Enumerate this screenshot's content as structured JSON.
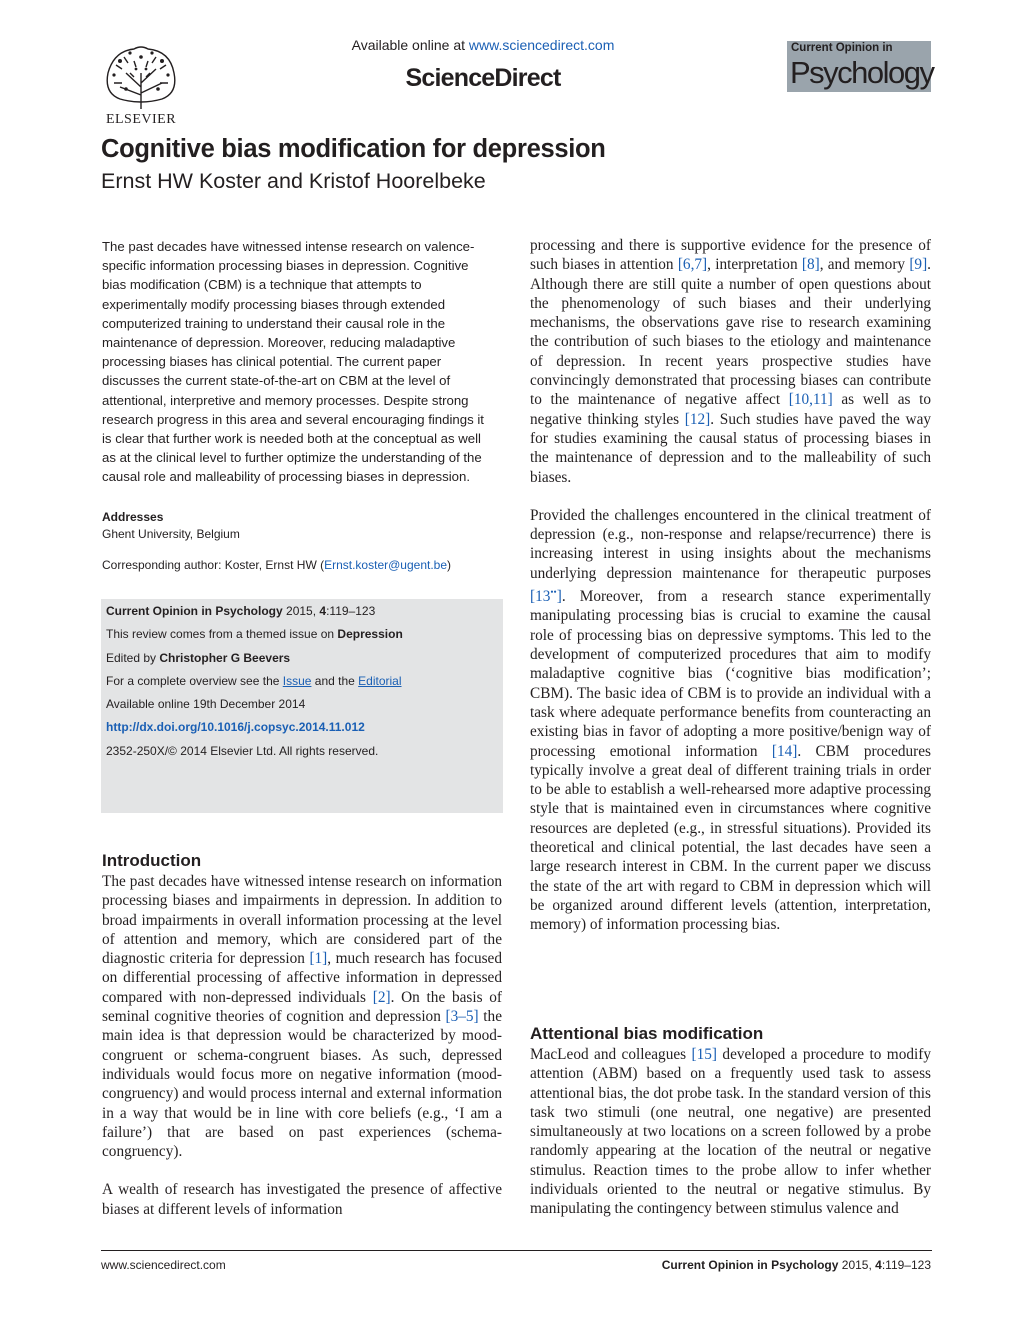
{
  "header": {
    "available_prefix": "Available online at ",
    "available_url": "www.sciencedirect.com",
    "brand": "ScienceDirect",
    "publisher": "ELSEVIER",
    "journal_logo_top": "Current Opinion in",
    "journal_logo_main": "Psychology"
  },
  "article": {
    "title": "Cognitive bias modification for depression",
    "authors": "Ernst HW Koster and Kristof Hoorelbeke"
  },
  "abstract": "The past decades have witnessed intense research on valence-specific information processing biases in depression. Cognitive bias modification (CBM) is a technique that attempts to experimentally modify processing biases through extended computerized training to understand their causal role in the maintenance of depression. Moreover, reducing maladaptive processing biases has clinical potential. The current paper discusses the current state-of-the-art on CBM at the level of attentional, interpretive and memory processes. Despite strong research progress in this area and several encouraging findings it is clear that further work is needed both at the conceptual as well as at the clinical level to further optimize the understanding of the causal role and malleability of processing biases in depression.",
  "addresses": {
    "heading": "Addresses",
    "text": "Ghent University, Belgium"
  },
  "corresponding": {
    "prefix": "Corresponding author: Koster, Ernst HW (",
    "email": "Ernst.koster@ugent.be",
    "suffix": ")"
  },
  "infobox": {
    "journal": "Current Opinion in Psychology",
    "year_vol": " 2015, ",
    "volume": "4",
    "pages": ":119–123",
    "theme_prefix": "This review comes from a themed issue on ",
    "theme": "Depression",
    "edited_prefix": "Edited by ",
    "editor": "Christopher G Beevers",
    "overview_prefix": "For a complete overview see the ",
    "issue_link": "Issue",
    "overview_mid": " and the ",
    "editorial_link": "Editorial",
    "available": "Available online 19th December 2014",
    "doi": "http://dx.doi.org/10.1016/j.copsyc.2014.11.012",
    "copyright": "2352-250X/© 2014 Elsevier Ltd. All rights reserved."
  },
  "intro": {
    "heading": "Introduction",
    "p1": {
      "a": "The past decades have witnessed intense research on information processing biases and impairments in depression. In addition to broad impairments in overall information processing at the level of attention and memory, which are considered part of the diagnostic criteria for depression ",
      "r1": "[1]",
      "b": ", much research has focused on differential processing of affective information in depressed compared with non-depressed individuals ",
      "r2": "[2]",
      "c": ". On the basis of seminal cognitive theories of cognition and depression ",
      "r3": "[3–5]",
      "d": " the main idea is that depression would be characterized by mood-congruent or schema-congruent biases. As such, depressed individuals would focus more on negative information (mood-congruency) and would process internal and external information in a way that would be in line with core beliefs (e.g., ‘I am a failure’) that are based on past experiences (schema-congruency)."
    },
    "p2": "A wealth of research has investigated the presence of affective biases at different levels of information"
  },
  "right": {
    "p1": {
      "a": "processing and there is supportive evidence for the presence of such biases in attention ",
      "r1": "[6,7]",
      "b": ", interpretation ",
      "r2": "[8]",
      "c": ", and memory ",
      "r3": "[9]",
      "d": ". Although there are still quite a number of open questions about the phenomenology of such biases and their underlying mechanisms, the observations gave rise to research examining the contribution of such biases to the etiology and maintenance of depression. In recent years prospective studies have convincingly demonstrated that processing biases can contribute to the maintenance of negative affect ",
      "r4": "[10,11]",
      "e": " as well as to negative thinking styles ",
      "r5": "[12]",
      "f": ". Such studies have paved the way for studies examining the causal status of processing biases in the maintenance of depression and to the malleability of such biases."
    },
    "p2": {
      "a": "Provided the challenges encountered in the clinical treatment of depression (e.g., non-response and relapse/recurrence) there is increasing interest in using insights about the mechanisms underlying depression maintenance for therapeutic purposes ",
      "r1": "[13",
      "r1_sup": "••",
      "r1_end": "]",
      "b": ". Moreover, from a research stance experimentally manipulating processing bias is crucial to examine the causal role of processing bias on depressive symptoms. This led to the development of computerized procedures that aim to modify maladaptive cognitive bias (‘cognitive bias modification’; CBM). The basic idea of CBM is to provide an individual with a task where adequate performance benefits from counteracting an existing bias in favor of adopting a more positive/benign way of processing emotional information ",
      "r2": "[14]",
      "c": ". CBM procedures typically involve a great deal of different training trials in order to be able to establish a well-rehearsed more adaptive processing style that is maintained even in circumstances where cognitive resources are depleted (e.g., in stressful situations). Provided its theoretical and clinical potential, the last decades have seen a large research interest in CBM. In the current paper we discuss the state of the art with regard to CBM in depression which will be organized around different levels (attention, interpretation, memory) of information processing bias."
    }
  },
  "abm": {
    "heading": "Attentional bias modification",
    "a": "MacLeod and colleagues ",
    "r1": "[15]",
    "b": " developed a procedure to modify attention (ABM) based on a frequently used task to assess attentional bias, the dot probe task. In the standard version of this task two stimuli (one neutral, one negative) are presented simultaneously at two locations on a screen followed by a probe randomly appearing at the location of the neutral or negative stimulus. Reaction times to the probe allow to infer whether individuals oriented to the neutral or negative stimulus. By manipulating the contingency between stimulus valence and"
  },
  "footer": {
    "url": "www.sciencedirect.com",
    "journal": "Current Opinion in Psychology",
    "year": " 2015, ",
    "volume": "4",
    "pages": ":119–123"
  }
}
